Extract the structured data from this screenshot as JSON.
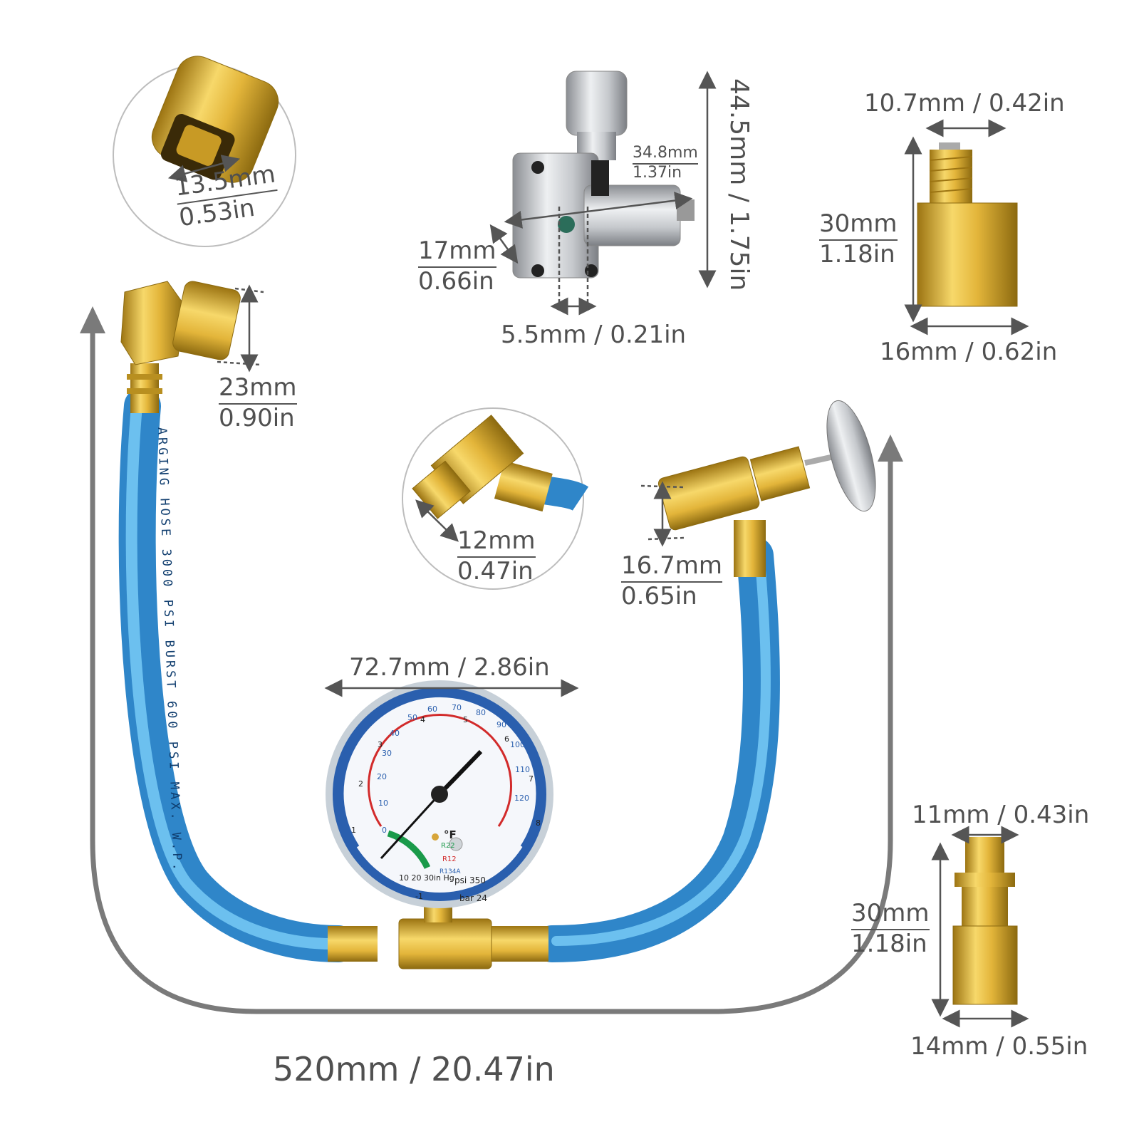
{
  "dimensions": {
    "quick_coupler_diameter": {
      "mm": "13.5mm",
      "in": "0.53in"
    },
    "elbow_coupler_height": {
      "mm": "23mm",
      "in": "0.90in"
    },
    "bpv_valve_height": "44.5mm / 1.75in",
    "bpv_valve_length": {
      "mm": "34.8mm",
      "in": "1.37in"
    },
    "bpv_clamp_size": {
      "mm": "17mm",
      "in": "0.66in"
    },
    "bpv_gap": "5.5mm / 0.21in",
    "adapter1_top": "10.7mm / 0.42in",
    "adapter1_height": {
      "mm": "30mm",
      "in": "1.18in"
    },
    "adapter1_bottom": "16mm / 0.62in",
    "tee_tip": {
      "mm": "12mm",
      "in": "0.47in"
    },
    "can_tap_width": {
      "mm": "16.7mm",
      "in": "0.65in"
    },
    "gauge_diameter": "72.7mm / 2.86in",
    "adapter2_top": "11mm / 0.43in",
    "adapter2_height": {
      "mm": "30mm",
      "in": "1.18in"
    },
    "adapter2_bottom": "14mm / 0.55in",
    "hose_length": "520mm / 20.47in"
  },
  "hose_print": "ARGING HOSE 3000 PSI BURST 600 PSI MAX. W.P.",
  "gauge": {
    "scale_psi_numbers": [
      "0",
      "10",
      "20",
      "30",
      "40",
      "50",
      "60",
      "70",
      "80",
      "90",
      "100",
      "110",
      "120"
    ],
    "scale_bar_numbers": [
      "1",
      "2",
      "3",
      "4",
      "5",
      "6",
      "7",
      "8"
    ],
    "unit_f": "°F",
    "refrigerants": [
      "R22",
      "R12",
      "R134A"
    ],
    "vacuum": "10 20 30in Hg",
    "psi_label": "psi 350",
    "bar_label": "bar 24",
    "minus_one": "-1"
  },
  "colors": {
    "hose_blue": "#3d9ad6",
    "brass": "#e0b43a",
    "gauge_ring": "#2a5fae",
    "arrow_gray": "#777777",
    "text_gray": "#505050"
  }
}
